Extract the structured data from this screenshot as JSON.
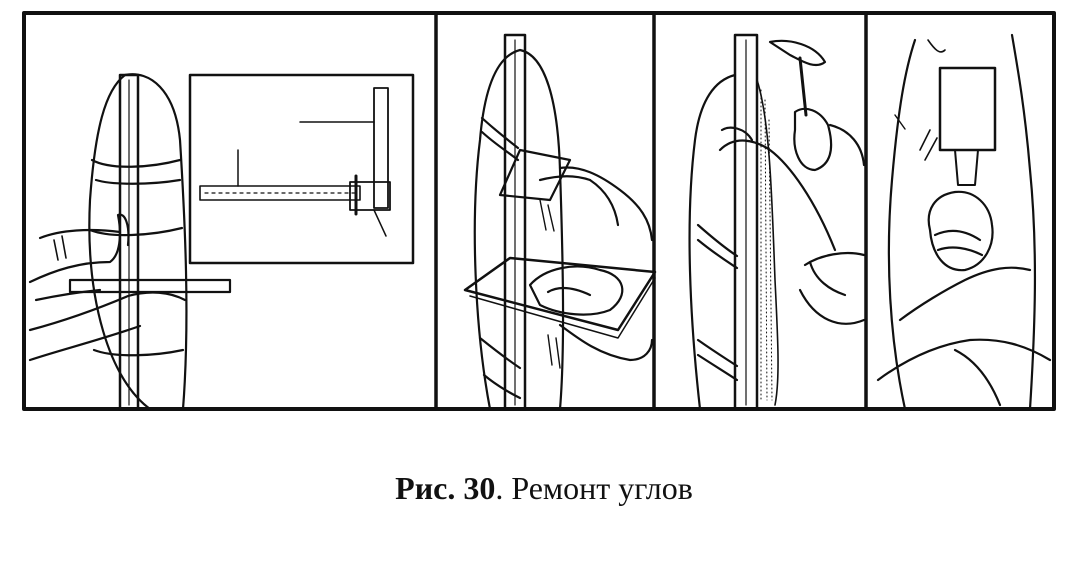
{
  "figure": {
    "caption": {
      "label": "Рис. 30",
      "separator": ".",
      "title": "Ремонт углов"
    },
    "panels": [
      {
        "id": 1,
        "depicts": "measuring-corner-with-ruler"
      },
      {
        "id": 2,
        "depicts": "applying-plaster-with-trowel"
      },
      {
        "id": 3,
        "depicts": "hammering-corner-profile"
      },
      {
        "id": 4,
        "depicts": "smoothing-with-spatula"
      }
    ],
    "colors": {
      "ink": "#111111",
      "paper": "#ffffff"
    }
  }
}
